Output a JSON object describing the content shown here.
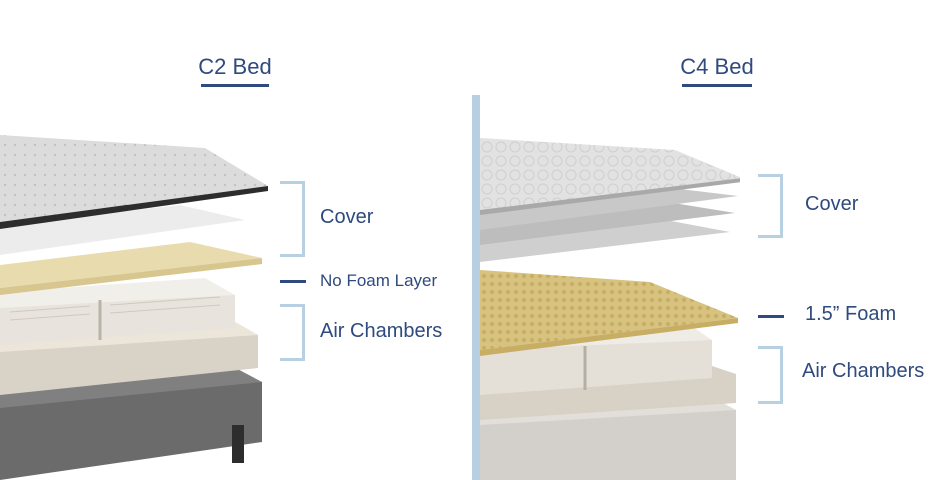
{
  "c2": {
    "title": "C2 Bed",
    "labels": {
      "cover": "Cover",
      "foam": "No Foam Layer",
      "chambers": "Air Chambers"
    }
  },
  "c4": {
    "title": "C4 Bed",
    "labels": {
      "cover": "Cover",
      "foam": "1.5” Foam",
      "chambers": "Air Chambers"
    }
  },
  "colors": {
    "accent": "#2f4a7e",
    "bracket": "#b7d1e3",
    "divider": "#b7cfe0"
  }
}
